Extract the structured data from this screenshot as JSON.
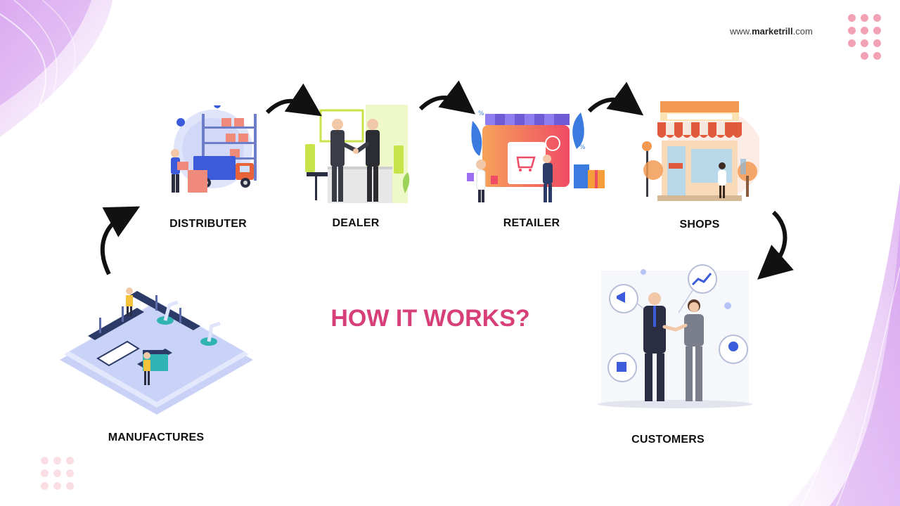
{
  "title": "HOW IT WORKS?",
  "website": {
    "prefix": "www.",
    "brand": "marketrill",
    "suffix": ".com"
  },
  "nodes": {
    "distributer": {
      "label": "DISTRIBUTER",
      "icon": "warehouse-truck-icon"
    },
    "dealer": {
      "label": "DEALER",
      "icon": "handshake-icon"
    },
    "retailer": {
      "label": "RETAILER",
      "icon": "online-store-icon"
    },
    "shops": {
      "label": "SHOPS",
      "icon": "shop-front-icon"
    },
    "manufactures": {
      "label": "MANUFACTURES",
      "icon": "factory-line-icon"
    },
    "customers": {
      "label": "CUSTOMERS",
      "icon": "business-people-icon"
    }
  },
  "flow": [
    "MANUFACTURES",
    "DISTRIBUTER",
    "DEALER",
    "RETAILER",
    "SHOPS",
    "CUSTOMERS"
  ],
  "colors": {
    "title": "#d63f77",
    "accent_purple": "#c77ce8",
    "dots_pink": "#f2a2b4",
    "arrow": "#111111",
    "text": "#111111"
  }
}
